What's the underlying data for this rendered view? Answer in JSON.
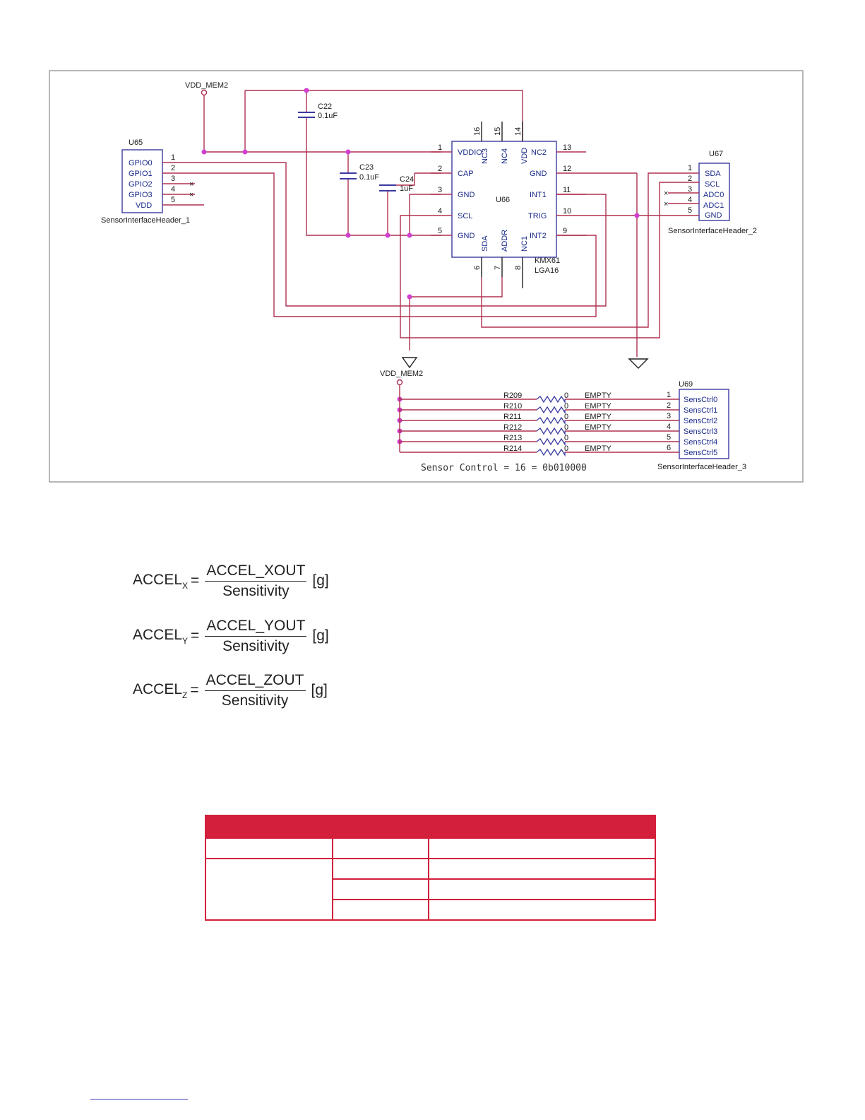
{
  "schematic": {
    "net_vdd_mem2": "VDD_MEM2",
    "u65": {
      "ref": "U65",
      "name": "SensorInterfaceHeader_1",
      "pins": [
        {
          "num": "1",
          "name": "GPIO0"
        },
        {
          "num": "2",
          "name": "GPIO1"
        },
        {
          "num": "3",
          "name": "GPIO2"
        },
        {
          "num": "4",
          "name": "GPIO3"
        },
        {
          "num": "5",
          "name": "VDD"
        }
      ]
    },
    "u66": {
      "ref": "U66",
      "part": "KMX61",
      "package": "LGA16",
      "left_pins": [
        {
          "num": "1",
          "name": "VDDIO"
        },
        {
          "num": "2",
          "name": "CAP"
        },
        {
          "num": "3",
          "name": "GND"
        },
        {
          "num": "4",
          "name": "SCL"
        },
        {
          "num": "5",
          "name": "GND"
        }
      ],
      "right_pins": [
        {
          "num": "13",
          "name": "NC2"
        },
        {
          "num": "12",
          "name": "GND"
        },
        {
          "num": "11",
          "name": "INT1"
        },
        {
          "num": "10",
          "name": "TRIG"
        },
        {
          "num": "9",
          "name": "INT2"
        }
      ],
      "top_pins": [
        {
          "num": "16",
          "name": "NC3"
        },
        {
          "num": "15",
          "name": "NC4"
        },
        {
          "num": "14",
          "name": "VDD"
        }
      ],
      "bottom_pins": [
        {
          "num": "6",
          "name": "SDA"
        },
        {
          "num": "7",
          "name": "ADDR"
        },
        {
          "num": "8",
          "name": "NC1"
        }
      ]
    },
    "u67": {
      "ref": "U67",
      "name": "SensorInterfaceHeader_2",
      "pins": [
        {
          "num": "1",
          "name": "SDA"
        },
        {
          "num": "2",
          "name": "SCL"
        },
        {
          "num": "3",
          "name": "ADC0"
        },
        {
          "num": "4",
          "name": "ADC1"
        },
        {
          "num": "5",
          "name": "GND"
        }
      ]
    },
    "u69": {
      "ref": "U69",
      "name": "SensorInterfaceHeader_3",
      "pins": [
        {
          "num": "1",
          "name": "SensCtrl0"
        },
        {
          "num": "2",
          "name": "SensCtrl1"
        },
        {
          "num": "3",
          "name": "SensCtrl2"
        },
        {
          "num": "4",
          "name": "SensCtrl3"
        },
        {
          "num": "5",
          "name": "SensCtrl4"
        },
        {
          "num": "6",
          "name": "SensCtrl5"
        }
      ]
    },
    "capacitors": [
      {
        "ref": "C22",
        "value": "0.1uF"
      },
      {
        "ref": "C23",
        "value": "0.1uF"
      },
      {
        "ref": "C24",
        "value": "1uF"
      }
    ],
    "resistors": [
      {
        "ref": "R209",
        "value": "0",
        "note": "EMPTY"
      },
      {
        "ref": "R210",
        "value": "0",
        "note": "EMPTY"
      },
      {
        "ref": "R211",
        "value": "0",
        "note": "EMPTY"
      },
      {
        "ref": "R212",
        "value": "0",
        "note": "EMPTY"
      },
      {
        "ref": "R213",
        "value": "0",
        "note": ""
      },
      {
        "ref": "R214",
        "value": "0",
        "note": "EMPTY"
      }
    ],
    "sensor_control_note": "Sensor Control = 16 = 0b010000"
  },
  "equations": [
    {
      "lhs": "ACCEL",
      "sub": "X",
      "numerator": "ACCEL_XOUT",
      "denominator": "Sensitivity",
      "unit": "[g]"
    },
    {
      "lhs": "ACCEL",
      "sub": "Y",
      "numerator": "ACCEL_YOUT",
      "denominator": "Sensitivity",
      "unit": "[g]"
    },
    {
      "lhs": "ACCEL",
      "sub": "Z",
      "numerator": "ACCEL_ZOUT",
      "denominator": "Sensitivity",
      "unit": "[g]"
    }
  ],
  "table": {
    "header": "",
    "rows": [
      [
        "",
        "",
        ""
      ],
      [
        "",
        "",
        ""
      ],
      [
        "",
        ""
      ],
      [
        "",
        ""
      ]
    ]
  },
  "colors": {
    "accent": "#d31f3c",
    "wire": "#b03050",
    "junction": "#d040d0",
    "component": "#3a3aa0"
  }
}
